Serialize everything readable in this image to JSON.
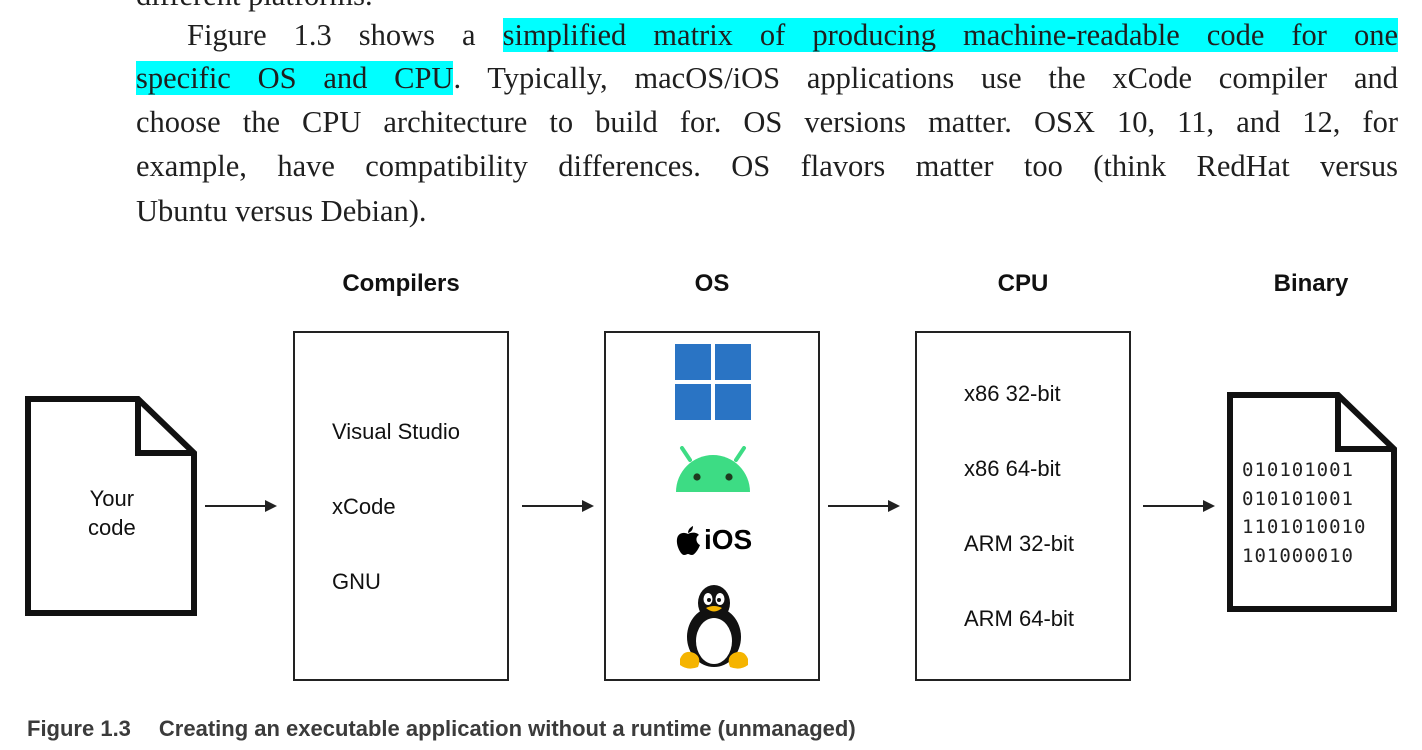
{
  "prose": {
    "clipped_top_line": "different platforms.",
    "line1_pre": "Figure 1.3 shows a ",
    "line1_highlight": "simplified matrix of producing machine-readable code for one",
    "line2_highlight": "specific OS and CPU",
    "line2_post": ". Typically, macOS/iOS applications use the xCode compiler and",
    "line3": "choose the CPU architecture to build for. OS versions matter. OSX 10, 11, and 12, for",
    "line4": "example, have compatibility differences. OS flavors matter too (think RedHat versus",
    "line5": "Ubuntu versus Debian).",
    "highlight_color": "#00ffff"
  },
  "diagram": {
    "source": {
      "line1": "Your",
      "line2": "code"
    },
    "columns": [
      {
        "heading": "Compilers",
        "items": [
          "Visual Studio",
          "xCode",
          "GNU"
        ]
      },
      {
        "heading": "OS",
        "icons": [
          "windows-logo-icon",
          "android-logo-icon",
          "apple-ios-logo-icon",
          "linux-tux-icon"
        ],
        "ios_text": "iOS"
      },
      {
        "heading": "CPU",
        "items": [
          "x86 32-bit",
          "x86 64-bit",
          "ARM 32-bit",
          "ARM 64-bit"
        ]
      },
      {
        "heading": "Binary",
        "lines": [
          "010101001",
          "010101001",
          "1101010010",
          "101000010"
        ]
      }
    ],
    "colors": {
      "windows": "#2a74c4",
      "android": "#3ddc84",
      "outline": "#222222"
    }
  },
  "caption": {
    "number": "Figure 1.3",
    "text": "Creating an executable application without a runtime (unmanaged)"
  }
}
